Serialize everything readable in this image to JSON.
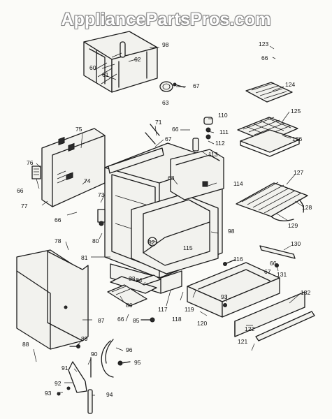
{
  "watermark": "AppliancePartsPros.com",
  "part_labels": [
    "123",
    "66",
    "124",
    "125",
    "126",
    "127",
    "128",
    "129",
    "130",
    "66",
    "131",
    "132",
    "67",
    "116",
    "114",
    "113",
    "112",
    "111",
    "110",
    "66",
    "98",
    "60",
    "61",
    "62",
    "63",
    "67",
    "71",
    "67",
    "75",
    "76",
    "66",
    "77",
    "74",
    "73",
    "66",
    "80",
    "81",
    "82",
    "68",
    "98",
    "115",
    "83",
    "84",
    "86",
    "66",
    "85",
    "117",
    "118",
    "119",
    "120",
    "93",
    "121",
    "122",
    "78",
    "87",
    "88",
    "89",
    "90",
    "91",
    "92",
    "93",
    "94",
    "95",
    "96"
  ]
}
